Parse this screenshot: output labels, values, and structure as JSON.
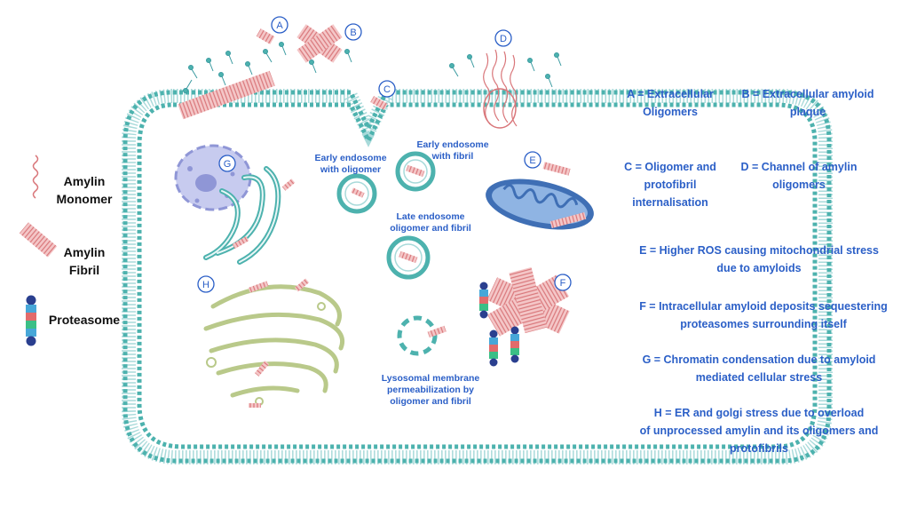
{
  "legend": {
    "monomer": "Amylin\nMonomer",
    "fibril": "Amylin\nFibril",
    "proteasome": "Proteasome"
  },
  "markers": [
    "A",
    "B",
    "C",
    "D",
    "E",
    "F",
    "G",
    "H"
  ],
  "key": {
    "a": "A = Extracellular\nOligomers",
    "b": "B = Extracellular amyloid\nplaque",
    "c": "C = Oligomer and\nprotofibril\ninternalisation",
    "d": "D = Channel of amylin\noligomers",
    "e": "E = Higher ROS causing mitochondrial stress\ndue to amyloids",
    "f": "F = Intracellular amyloid deposits sequestering\nproteasomes surrounding itself",
    "g": "G = Chromatin condensation due to amyloid\nmediated cellular stress",
    "h": "H = ER and golgi stress due to overload\nof unprocessed amylin and its oligomers and\nprotofibrils"
  },
  "inner": {
    "early_oligomer": "Early endosome\nwith oligomer",
    "early_fibril": "Early endosome\nwith fibril",
    "late": "Late endosome\noligomer and fibril",
    "lysosome": "Lysosomal membrane\npermeabilization by\noligomer and fibril"
  },
  "colors": {
    "membrane": "#4db2ae",
    "membrane_inner": "#a8dada",
    "fibril": "#d9767a",
    "label_blue": "#2b5fc7",
    "nucleus": "#8f96d6",
    "mitochondria": "#3f6fb5",
    "golgi": "#b9c98a"
  }
}
